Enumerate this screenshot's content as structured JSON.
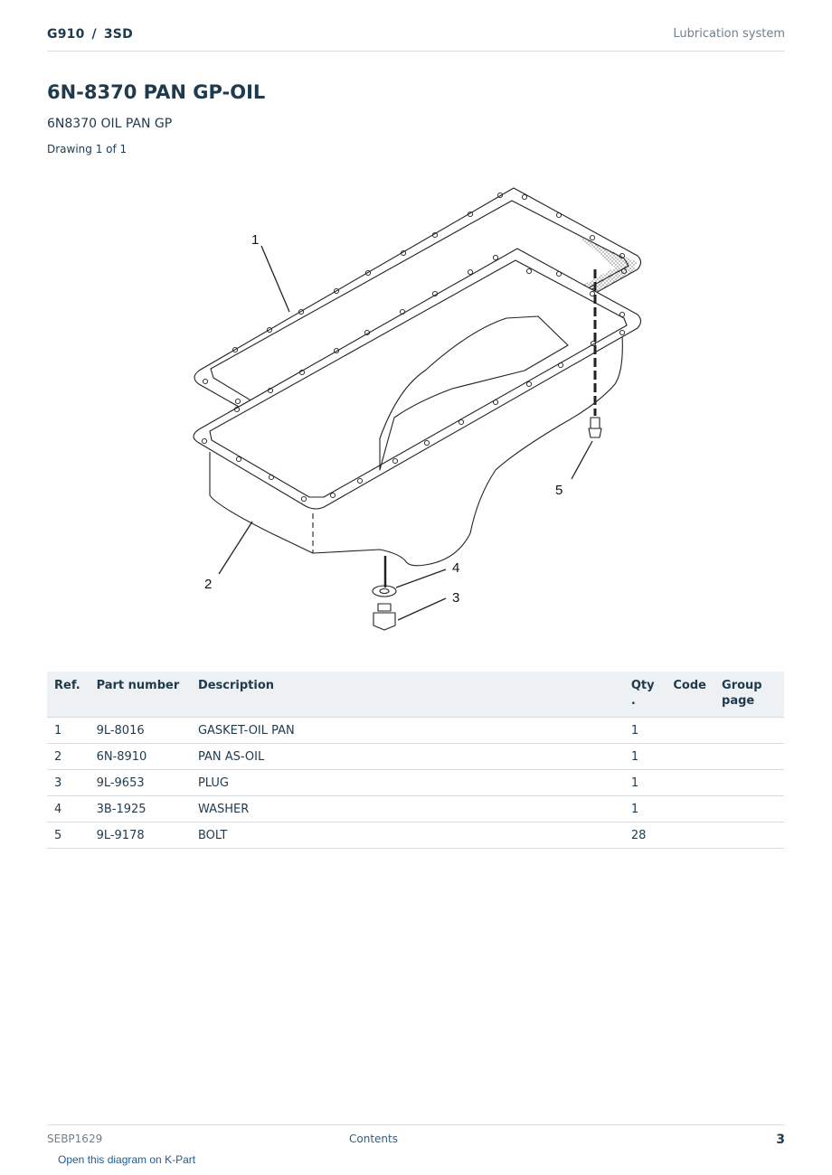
{
  "header": {
    "model": "G910",
    "separator": "/",
    "serial": "3SD",
    "section": "Lubrication system"
  },
  "title": "6N-8370 PAN GP-OIL",
  "subtitle": "6N8370 OIL PAN GP",
  "drawing_note": "Drawing 1 of 1",
  "diagram": {
    "callouts": [
      "1",
      "2",
      "3",
      "4",
      "5"
    ]
  },
  "table": {
    "headers": {
      "ref": "Ref.",
      "part_number": "Part number",
      "description": "Description",
      "qty_line1": "Qty",
      "qty_line2": ".",
      "code": "Code",
      "group_line1": "Group",
      "group_line2": "page"
    },
    "rows": [
      {
        "ref": "1",
        "part_number": "9L-8016",
        "description": "GASKET-OIL PAN",
        "qty": "1",
        "code": "",
        "group": ""
      },
      {
        "ref": "2",
        "part_number": "6N-8910",
        "description": "PAN AS-OIL",
        "qty": "1",
        "code": "",
        "group": ""
      },
      {
        "ref": "3",
        "part_number": "9L-9653",
        "description": "PLUG",
        "qty": "1",
        "code": "",
        "group": ""
      },
      {
        "ref": "4",
        "part_number": "3B-1925",
        "description": "WASHER",
        "qty": "1",
        "code": "",
        "group": ""
      },
      {
        "ref": "5",
        "part_number": "9L-9178",
        "description": "BOLT",
        "qty": "28",
        "code": "",
        "group": ""
      }
    ]
  },
  "footer": {
    "doc_id": "SEBP1629",
    "contents_label": "Contents",
    "page_number": "3",
    "kpart_link": "Open this diagram on K-Part"
  }
}
